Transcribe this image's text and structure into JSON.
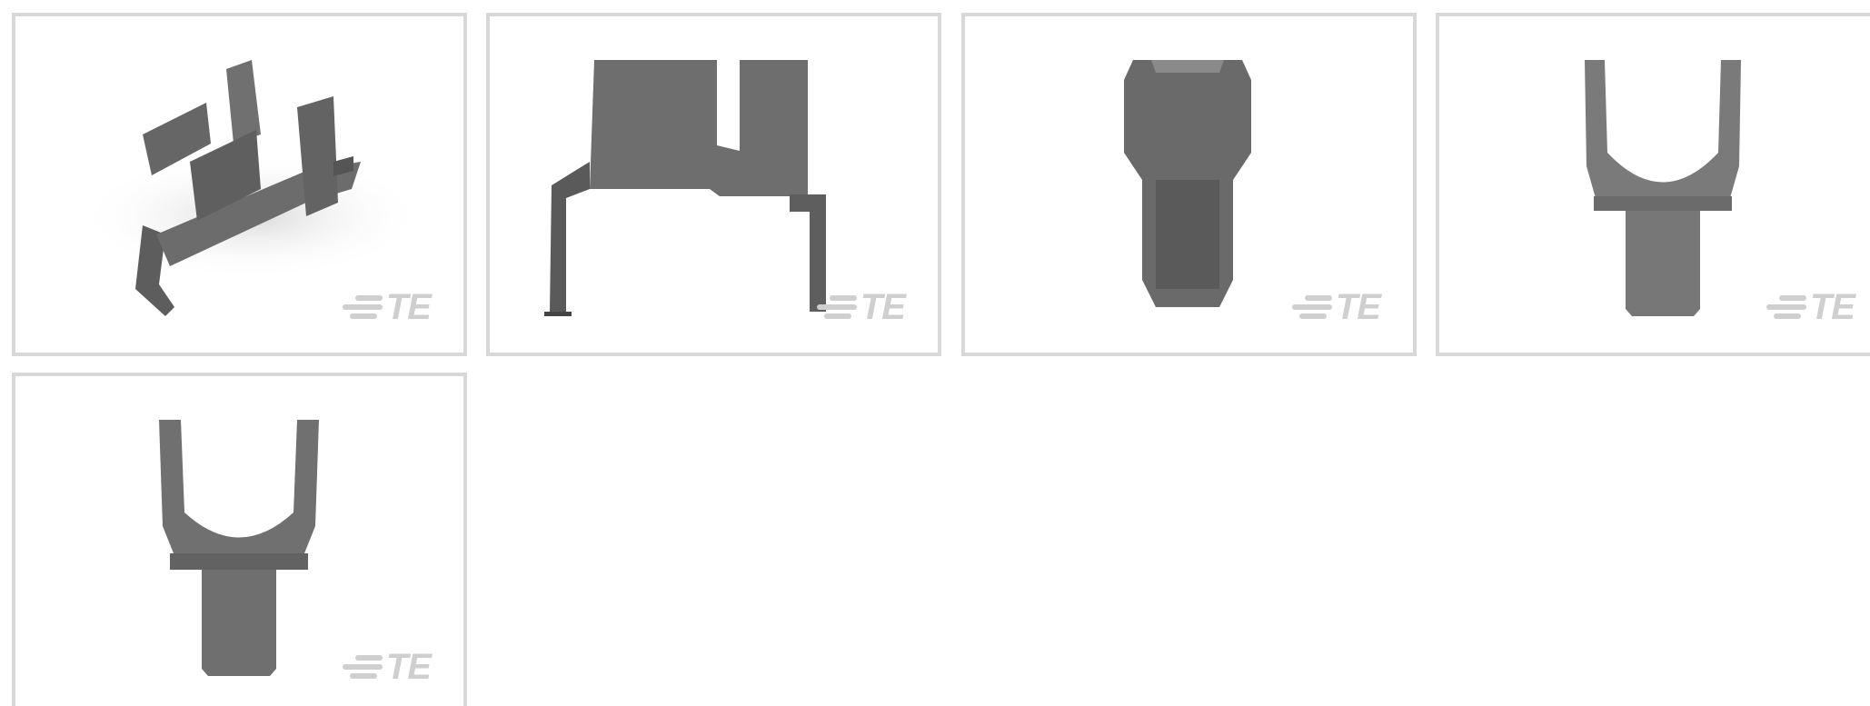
{
  "gallery": {
    "brand": "TE",
    "thumbnails": [
      {
        "view": "isometric"
      },
      {
        "view": "side"
      },
      {
        "view": "top"
      },
      {
        "view": "front"
      },
      {
        "view": "back"
      }
    ]
  }
}
